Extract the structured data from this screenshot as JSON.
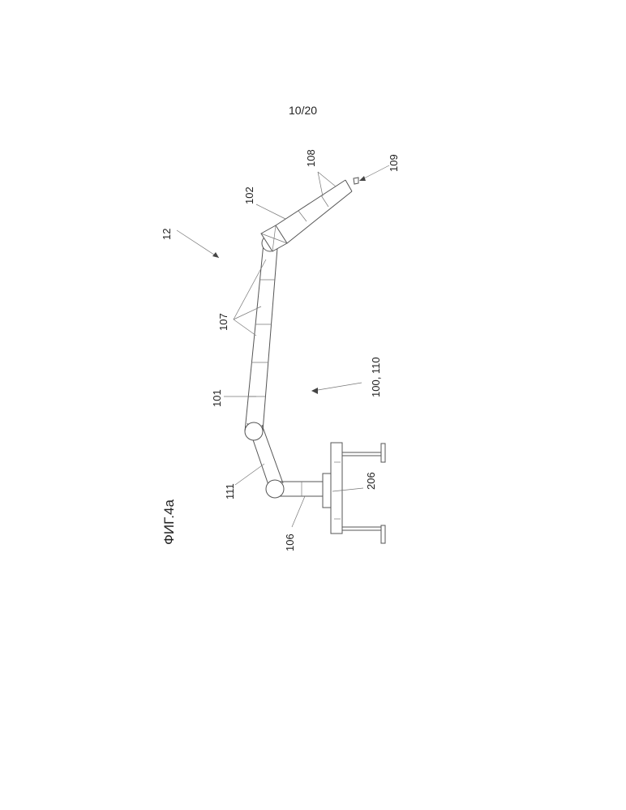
{
  "page_number": "10/20",
  "figure_caption": "ФИГ.4а",
  "labels": {
    "l12": "12",
    "l102": "102",
    "l108": "108",
    "l109": "109",
    "l107": "107",
    "l101": "101",
    "l100_110": "100, 110",
    "l111": "111",
    "l206": "206",
    "l106": "106"
  }
}
